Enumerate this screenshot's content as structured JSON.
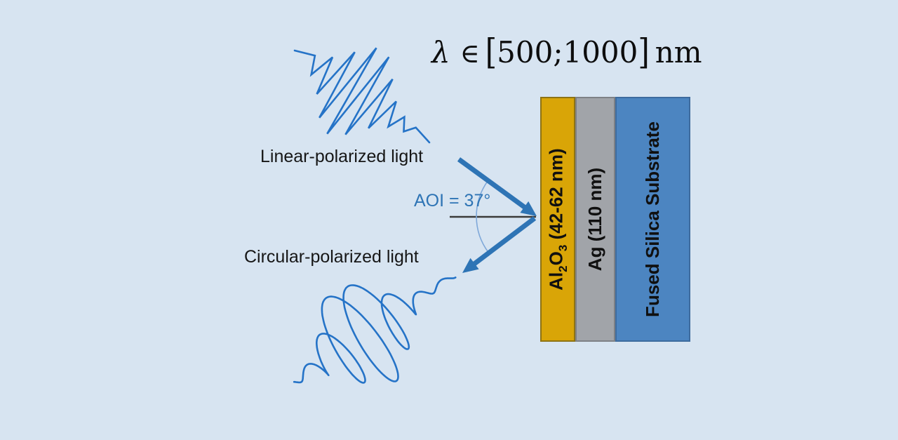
{
  "formula": {
    "lambda": "λ",
    "element_of": "∈",
    "open_bracket": "[",
    "values": "500;1000",
    "close_bracket": "]",
    "unit": "nm"
  },
  "labels": {
    "incident": "Linear-polarized light",
    "reflected": "Circular-polarized light",
    "aoi": "AOI = 37°"
  },
  "stack": {
    "layers": [
      {
        "id": "al2o3",
        "label": "Al₂O₃ (42-62 nm)",
        "label_parts": {
          "pre": "Al",
          "sub1": "2",
          "mid": "O",
          "sub2": "3",
          "post": " (42-62 nm)"
        },
        "fill": "#D9A507",
        "border": "#8E7313"
      },
      {
        "id": "ag",
        "label": "Ag (110 nm)",
        "fill": "#A1A4A9",
        "border": "#7E8186"
      },
      {
        "id": "fused-silica",
        "label": "Fused Silica Substrate",
        "fill": "#4C85C1",
        "border": "#3D6B9E"
      }
    ]
  },
  "colors": {
    "background": "#D7E4F1",
    "ray": "#2E74B5",
    "wave": "#2573C7",
    "arc": "#7FA8D9",
    "normal_line": "#3A3A3A",
    "text": "#161616",
    "aoi_text": "#2E74B5",
    "formula_text": "#0D0D0D"
  }
}
